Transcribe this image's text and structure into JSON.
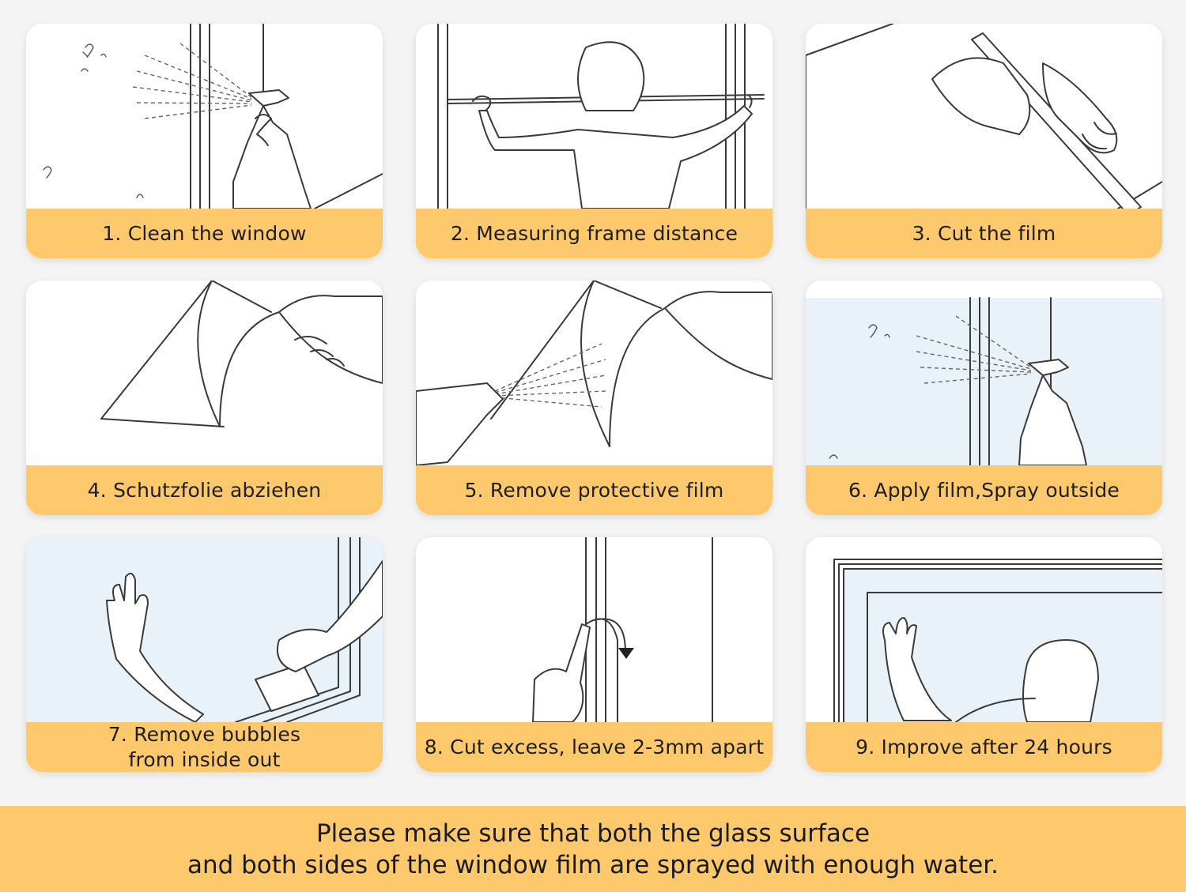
{
  "steps": [
    {
      "label": "1. Clean the window"
    },
    {
      "label": "2. Measuring frame distance"
    },
    {
      "label": "3. Cut the film"
    },
    {
      "label": "4. Schutzfolie abziehen"
    },
    {
      "label": "5. Remove protective film"
    },
    {
      "label": "6. Apply film,Spray outside"
    },
    {
      "label": "7. Remove bubbles\nfrom inside out"
    },
    {
      "label": "8. Cut excess, leave 2-3mm apart"
    },
    {
      "label": "9. Improve after 24 hours"
    }
  ],
  "footer": {
    "note": "Please make sure that both the glass surface\nand both sides of the window film are sprayed with enough water."
  },
  "colors": {
    "accent": "#fdc96c",
    "background": "#f4f4f4",
    "glass_tint": "#e9f2f8"
  }
}
